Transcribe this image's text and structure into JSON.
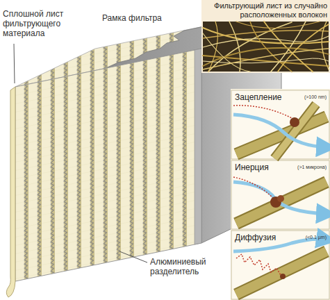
{
  "diagram": {
    "nodes": [
      {
        "text": [
          "Фильтрующий лист из случайно расположенных волокон"
        ]
      },
      {
        "text": [
          "Зацепление",
          "(>100 nm)"
        ]
      },
      {
        "text": [
          "Инерция",
          "(>1 микрона)"
        ]
      },
      {
        "text": [
          "Диффузия",
          "(<0.1 µm)"
        ]
      }
    ],
    "labels": [
      "Сплошной лист фильтрующего материала",
      "Рамка фильтра",
      "Алюминиевый разделитель"
    ]
  }
}
